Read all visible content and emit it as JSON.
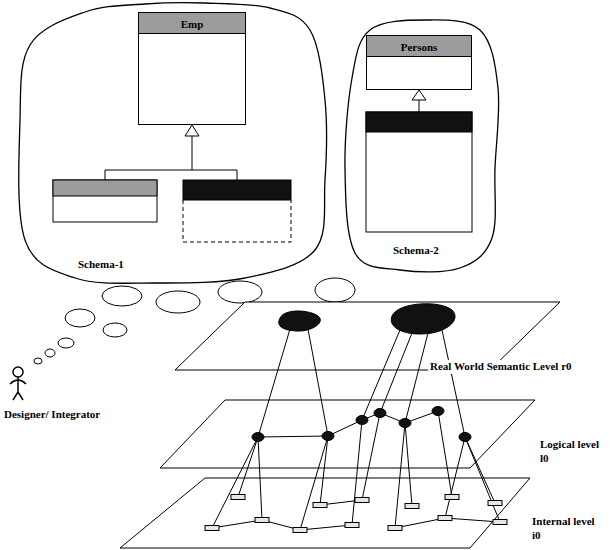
{
  "diagram": {
    "nodes": [
      {
        "text": [
          "Schema-1"
        ]
      },
      {
        "text": [
          "Emp"
        ],
        "in": 0
      },
      {
        "text": [
          "Schema-2"
        ]
      },
      {
        "text": [
          "Persons"
        ],
        "in": 2
      }
    ],
    "labels": [
      "Real World Semantic Level r0",
      "Logical level l0",
      "Internal level i0",
      "Designer/ Integrator"
    ]
  }
}
